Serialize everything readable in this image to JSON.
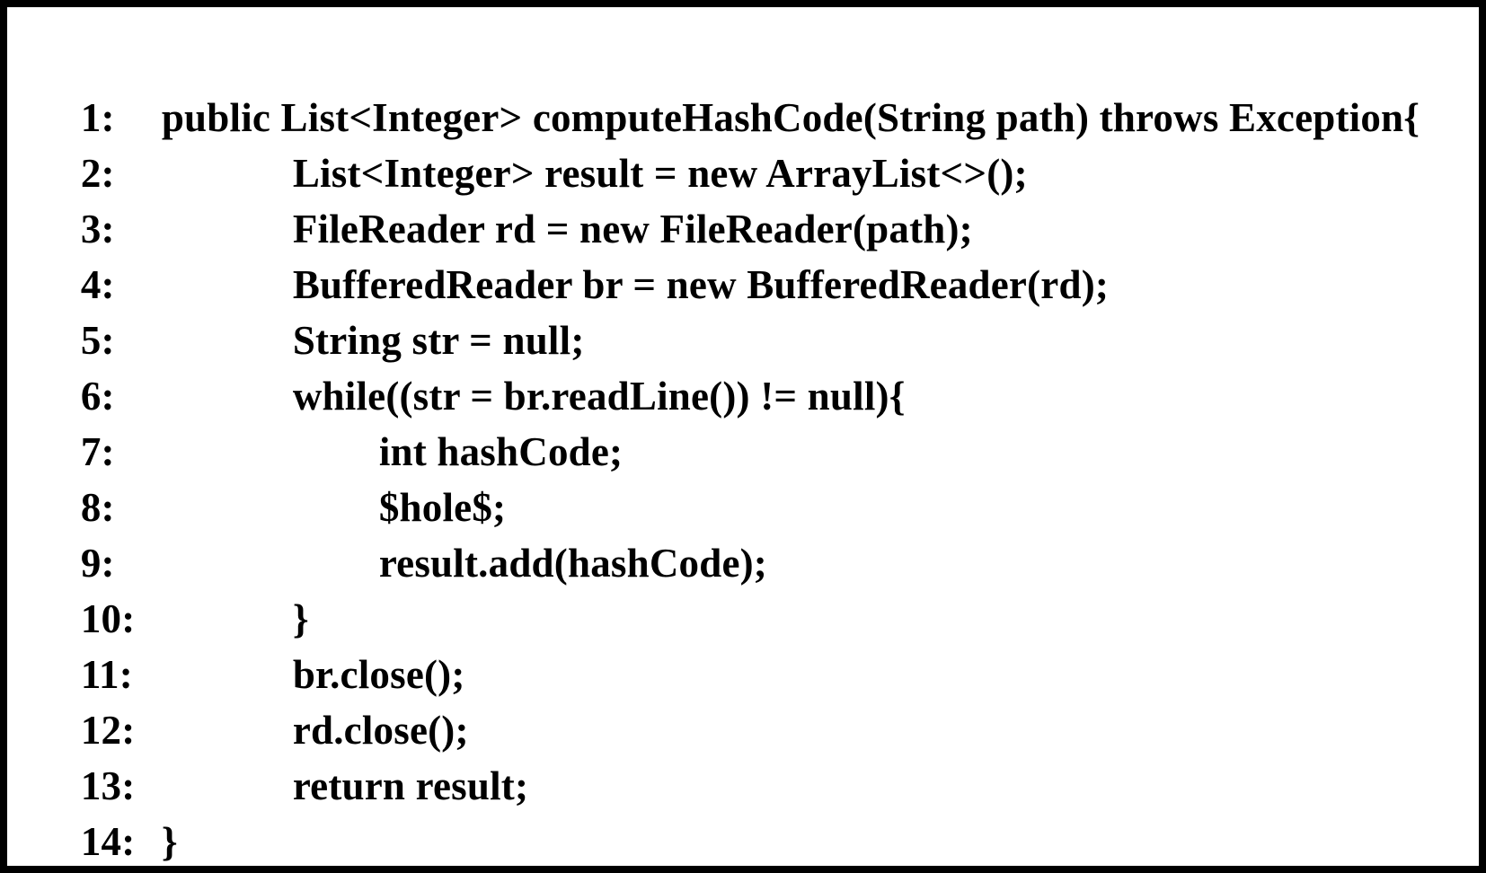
{
  "figure": {
    "kind": "code-listing",
    "language": "Java",
    "colors": {
      "text": "#000000",
      "border": "#000000",
      "background": "#ffffff"
    },
    "lines": [
      {
        "num": "1:",
        "indent": 0,
        "text": "public List<Integer> computeHashCode(String path) throws Exception{"
      },
      {
        "num": "2:",
        "indent": 1,
        "text": "List<Integer> result = new ArrayList<>();"
      },
      {
        "num": "3:",
        "indent": 1,
        "text": "FileReader rd = new FileReader(path);"
      },
      {
        "num": "4:",
        "indent": 1,
        "text": "BufferedReader br = new BufferedReader(rd);"
      },
      {
        "num": "5:",
        "indent": 1,
        "text": "String str = null;"
      },
      {
        "num": "6:",
        "indent": 1,
        "text": "while((str = br.readLine()) != null){"
      },
      {
        "num": "7:",
        "indent": 2,
        "text": "int hashCode;"
      },
      {
        "num": "8:",
        "indent": 2,
        "text": "$hole$;"
      },
      {
        "num": "9:",
        "indent": 2,
        "text": "result.add(hashCode);"
      },
      {
        "num": "10:",
        "indent": 1,
        "text": "}"
      },
      {
        "num": "11:",
        "indent": 1,
        "text": "br.close();"
      },
      {
        "num": "12:",
        "indent": 1,
        "text": "rd.close();"
      },
      {
        "num": "13:",
        "indent": 1,
        "text": "return result;"
      },
      {
        "num": "14:",
        "indent": 0,
        "text": "}"
      }
    ]
  }
}
